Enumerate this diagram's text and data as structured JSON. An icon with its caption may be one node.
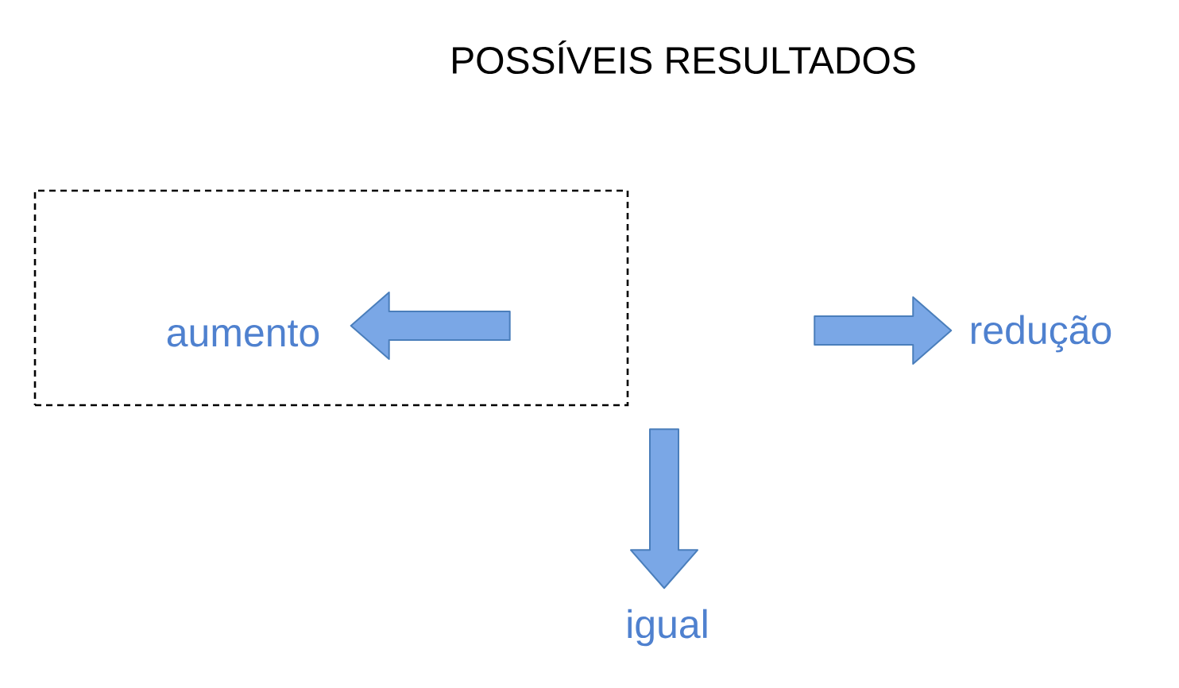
{
  "diagram": {
    "title": "POSSÍVEIS RESULTADOS",
    "nodes": [
      {
        "text": [],
        "shape": "box"
      },
      {
        "text": [
          "aumento"
        ],
        "in": 0
      },
      {
        "text": [
          "redução"
        ]
      },
      {
        "text": [
          "igual"
        ]
      }
    ],
    "edges": [
      {
        "from": null,
        "to": 1,
        "arrow": "to"
      },
      {
        "from": null,
        "to": 2,
        "arrow": "to"
      },
      {
        "from": null,
        "to": 3,
        "arrow": "to"
      }
    ]
  }
}
